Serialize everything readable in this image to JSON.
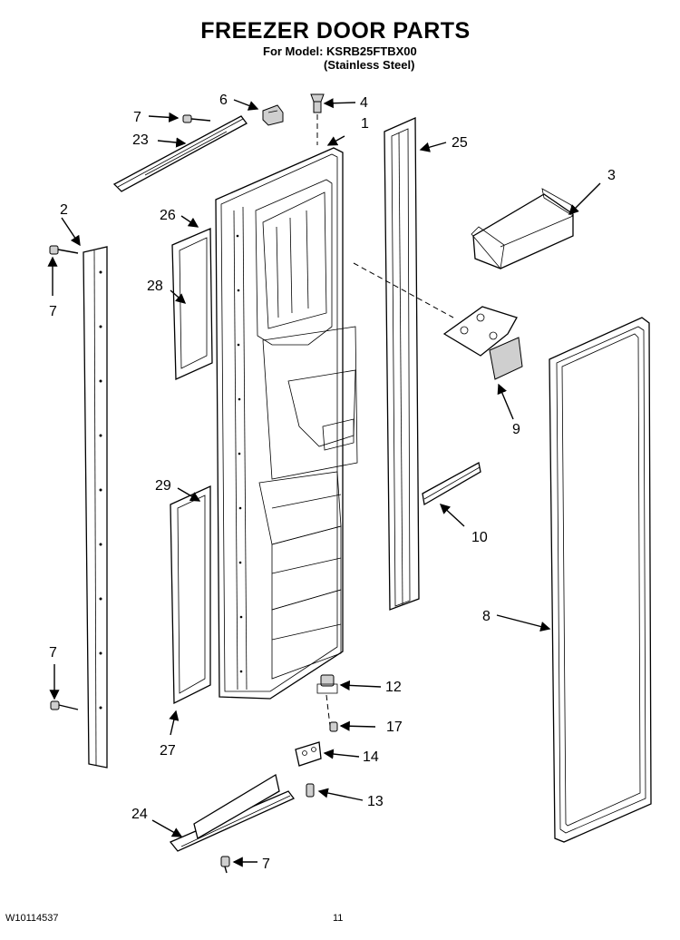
{
  "header": {
    "title": "FREEZER DOOR PARTS",
    "model_line": "For Model: KSRB25FTBX00",
    "finish_line": "(Stainless Steel)"
  },
  "footer": {
    "doc_number": "W10114537",
    "page_number": "11"
  },
  "callouts": {
    "c1": "1",
    "c2": "2",
    "c3": "3",
    "c4": "4",
    "c6": "6",
    "c7a": "7",
    "c7b": "7",
    "c7c": "7",
    "c7d": "7",
    "c8": "8",
    "c9": "9",
    "c10": "10",
    "c12": "12",
    "c13": "13",
    "c14": "14",
    "c17": "17",
    "c23": "23",
    "c24": "24",
    "c25": "25",
    "c26": "26",
    "c27": "27",
    "c28": "28",
    "c29": "29"
  }
}
